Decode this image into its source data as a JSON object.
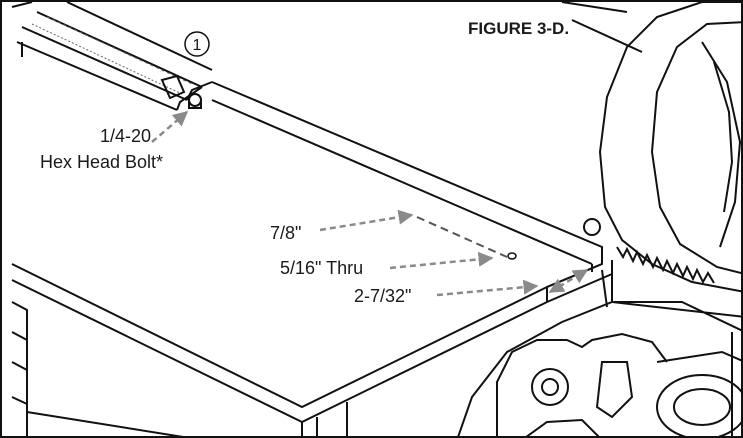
{
  "figure": {
    "title": "FIGURE 3-D.",
    "callout_number": "1",
    "labels": {
      "bolt_line1": "1/4-20",
      "bolt_line2": "Hex Head Bolt*",
      "dim_7_8": "7/8\"",
      "dim_5_16": "5/16\" Thru",
      "dim_2_7_32": "2-7/32\""
    },
    "colors": {
      "line": "#111111",
      "dashed_leader": "#8a8a8a",
      "background": "#ffffff"
    }
  }
}
